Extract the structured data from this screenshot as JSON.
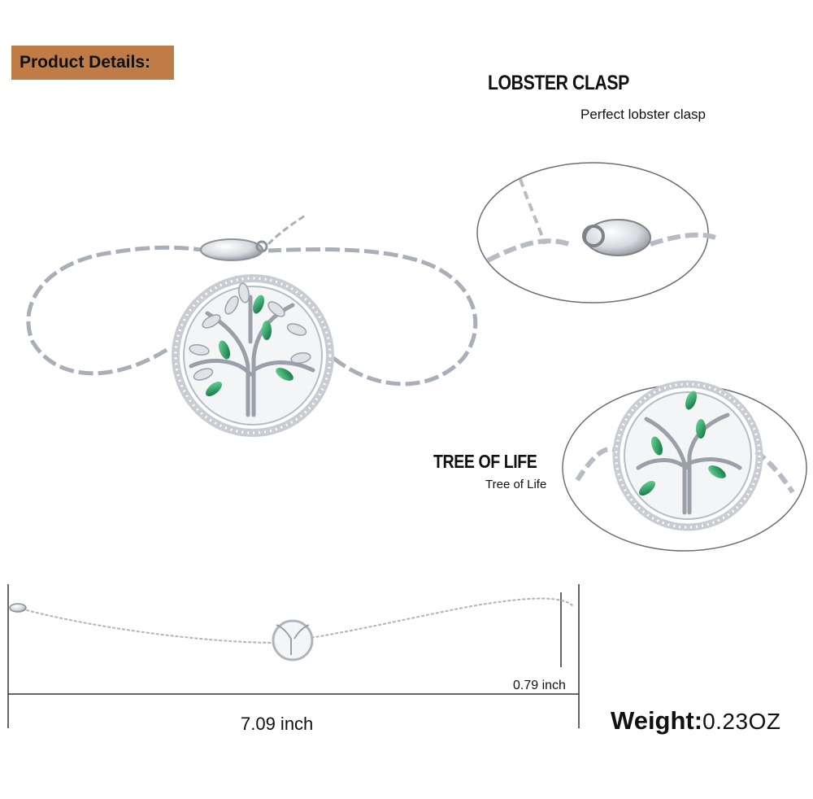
{
  "header": {
    "badge_label": "Product Details:"
  },
  "clasp": {
    "title": "LOBSTER CLASP",
    "subtitle": "Perfect lobster clasp"
  },
  "tree": {
    "title": "TREE OF LIFE",
    "subtitle": "Tree of Life"
  },
  "dimensions": {
    "length": "7.09 inch",
    "width": "0.79 inch"
  },
  "weight": {
    "label": "Weight:",
    "value": "0.23OZ"
  },
  "colors": {
    "badge": "#c07c46",
    "silver": "#b7bcc4",
    "emerald": "#1f9a5c"
  }
}
